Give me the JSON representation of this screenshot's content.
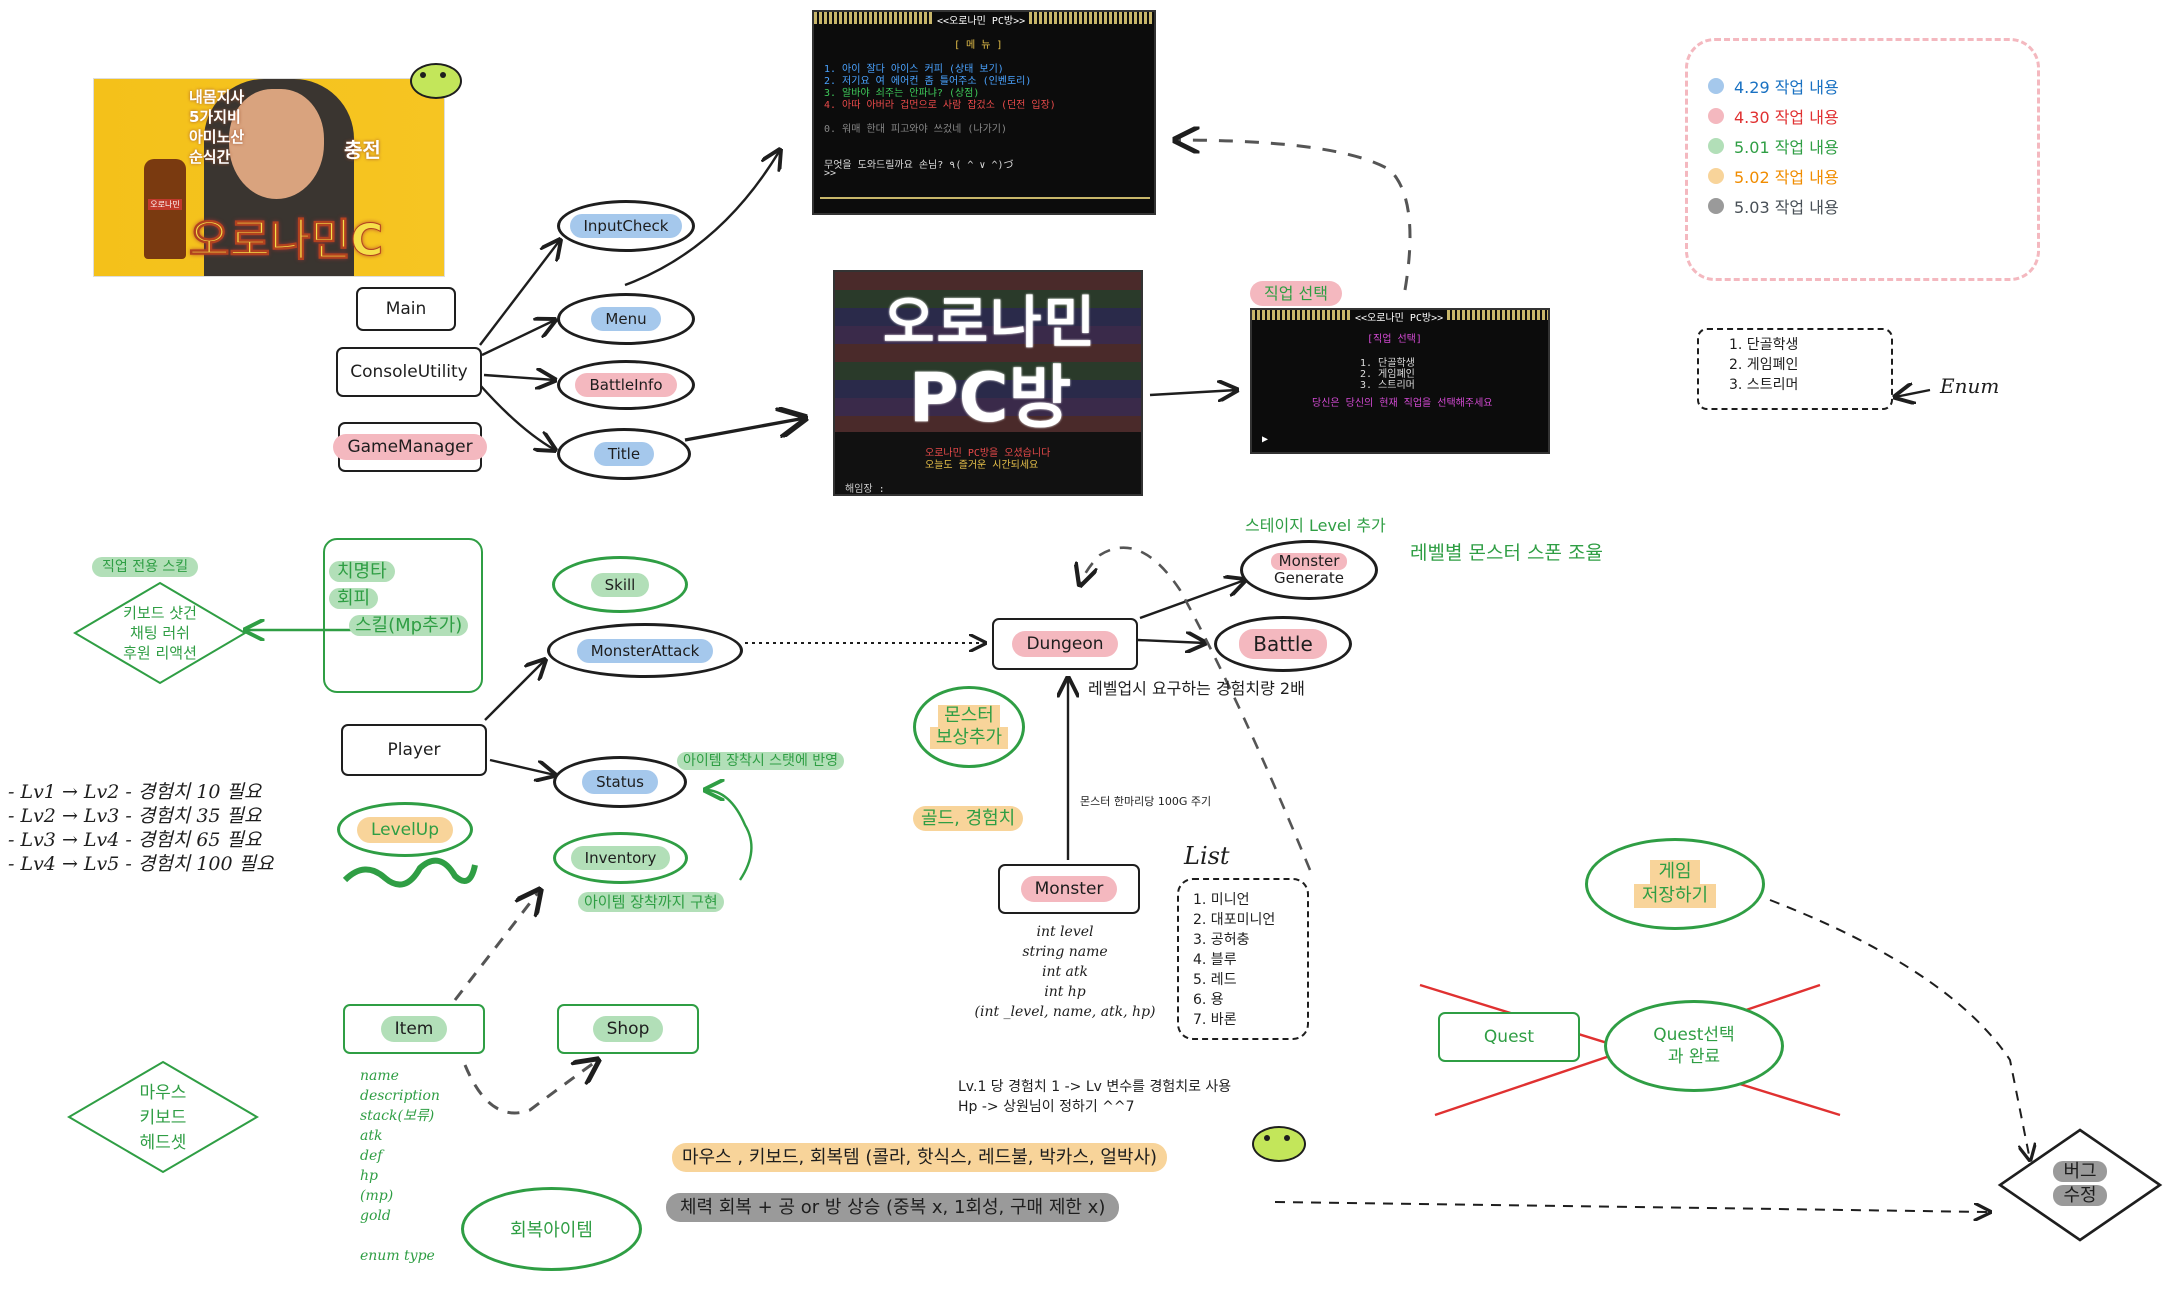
{
  "poster": {
    "left_text_1": "내몸지사",
    "left_text_2": "5가지비",
    "left_text_3": "아미노산",
    "left_text_4": "순식간",
    "right_text": "충전",
    "brand": "오로나민C",
    "bottle_label": "오로나민"
  },
  "nodes": {
    "main": "Main",
    "console_utility": "ConsoleUtility",
    "game_manager": "GameManager",
    "input_check": "InputCheck",
    "menu": "Menu",
    "battle_info": "BattleInfo",
    "title": "Title",
    "player": "Player",
    "skill": "Skill",
    "monster_attack": "MonsterAttack",
    "status": "Status",
    "inventory": "Inventory",
    "level_up": "LevelUp",
    "item": "Item",
    "shop": "Shop",
    "dungeon": "Dungeon",
    "monster_generate_1": "Monster",
    "monster_generate_2": "Generate",
    "battle": "Battle",
    "monster": "Monster",
    "quest": "Quest",
    "quest_select_1": "Quest선택",
    "quest_select_2": "과 완료",
    "game_save_1": "게임",
    "game_save_2": "저장하기",
    "bug_fix_1": "버그",
    "bug_fix_2": "수정",
    "monster_reward_1": "몬스터",
    "monster_reward_2": "보상추가",
    "heal_item": "회복아이템"
  },
  "menu_terminal": {
    "title": "<<오로나민 PC방>>",
    "menu_header": "[ 메   뉴 ]",
    "line1": "1. 아이 잘다 아이스 커피 (상태 보기)",
    "line2": "2. 저기요 여 에어컨 좀 틀어주소 (인벤토리)",
    "line3": "3. 알바야 쇠주는 안파냐? (상점)",
    "line4": "4. 아따 아버라 겁먼으로 사람 잡겄소 (던전 입장)",
    "line0": "0. 워매 한대 피고와야 쓰겄네  (나가기)",
    "prompt": "무엇을 도와드릴까요 손님? ٩( ^  ∨ ^)づ",
    "cursor": ">>"
  },
  "title_terminal": {
    "big_line1": "오로나민",
    "big_line2": "PC방",
    "msg1": "오로나민 PC방을 오셨습니다",
    "msg2": "오늘도 즐거운 시간되세요",
    "footer": "해임장 :"
  },
  "job_terminal": {
    "title": "<<오로나민 PC방>>",
    "header": "[직업 선택]",
    "opt1": "1. 단골학생",
    "opt2": "2. 게임폐인",
    "opt3": "3. 스트리머",
    "msg": "당신은 당신의 현재 직업을 선택해주세요",
    "cursor": "▶"
  },
  "labels": {
    "job_select": "직업 선택",
    "job_skill": "직업 전용 스킬",
    "stage_level": "스테이지 Level 추가",
    "level_spawn": "레벨별 몬스터 스폰 조율",
    "levelup_exp": "레벨업시 요구하는 경험치량 2배",
    "monster_gold": "몬스터 한마리당 100G 주기",
    "gold_exp": "골드, 경험치",
    "equip_status": "아이템 장착시 스탯에 반영",
    "equip_impl": "아이템 장착까지 구현",
    "enum_label": "Enum",
    "list_label": "List",
    "lv_note_1": "Lv.1 당 경험치 1 -> Lv 변수를 경험치로 사용",
    "lv_note_2": "Hp -> 상원님이 정하기 ^^7",
    "heal_items": "마우스 , 키보드, 회복템 (콜라, 핫식스, 레드불, 박카스, 얼박사)",
    "heal_effect": "체력 회복 + 공 or 방 상승 (중복 x, 1회성, 구매 제한 x)"
  },
  "skills_box": [
    "치명타",
    "회피",
    "스킬(Mp추가)"
  ],
  "diamond_keyboard": [
    "키보드 샷건",
    "채팅 러쉬",
    "후원 리액션"
  ],
  "diamond_mouse": [
    "마우스",
    "키보드",
    "헤드셋"
  ],
  "enum_list": [
    "1. 단골학생",
    "2. 게임폐인",
    "3. 스트리머"
  ],
  "monster_list": [
    "1. 미니언",
    "2. 대포미니언",
    "3. 공허충",
    "4. 블루",
    "5. 레드",
    "6. 용",
    "7. 바론"
  ],
  "monster_fields": [
    "int level",
    "string name",
    "int atk",
    "int hp",
    "(int _level, name, atk, hp)"
  ],
  "item_fields": [
    "name",
    "description",
    "stack(보류)",
    "atk",
    "def",
    "hp",
    "(mp)",
    "gold",
    "",
    "enum type"
  ],
  "level_table": [
    "- Lv1 → Lv2 - 경험치 10 필요",
    "- Lv2 → Lv3 - 경험치 35 필요",
    "- Lv3 → Lv4 - 경험치 65 필요",
    "- Lv4 → Lv5 - 경험치 100 필요"
  ],
  "legend": [
    {
      "label": "4.29 작업 내용",
      "color": "#a5c8ec",
      "text_color": "#1971c2"
    },
    {
      "label": "4.30 작업 내용",
      "color": "#f4b8bf",
      "text_color": "#e03131"
    },
    {
      "label": "5.01 작업 내용",
      "color": "#b2dfb8",
      "text_color": "#2f9e44"
    },
    {
      "label": "5.02 작업 내용",
      "color": "#f8d49a",
      "text_color": "#f08c00"
    },
    {
      "label": "5.03 작업 내용",
      "color": "#9a9a9a",
      "text_color": "#495057"
    }
  ],
  "colors": {
    "green": "#2f9e44",
    "red": "#e03131",
    "blue_highlight": "#a5c8ec",
    "pink_highlight": "#f4b8bf",
    "green_highlight": "#b2dfb8",
    "orange_highlight": "#f8d49a",
    "gray_highlight": "#9a9a9a",
    "poster_yellow": "#f4c11a"
  }
}
